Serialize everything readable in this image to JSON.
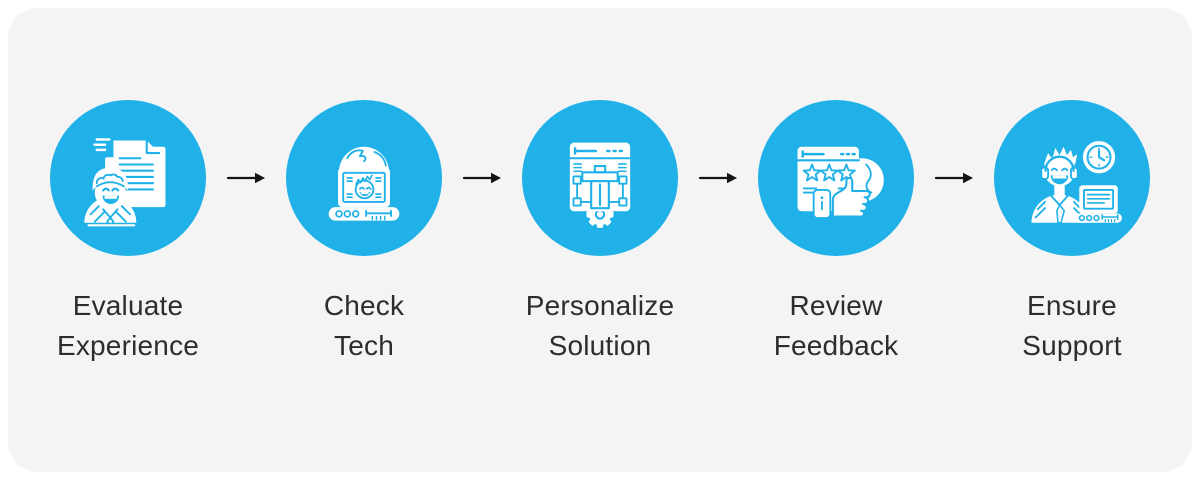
{
  "title": "Process flow infographic",
  "colors": {
    "accent": "#1FB1E7",
    "icon_foreground": "#FFFFFF",
    "card_background": "#F5F4F5",
    "page_background": "#FFFFFF",
    "label_text": "#2D2D2D",
    "arrow": "#141414"
  },
  "steps": [
    {
      "id": "evaluate-experience",
      "line1": "Evaluate",
      "line2": "Experience",
      "icon": "person-with-documents-icon"
    },
    {
      "id": "check-tech",
      "line1": "Check",
      "line2": "Tech",
      "icon": "laptop-globe-icon"
    },
    {
      "id": "personalize-solution",
      "line1": "Personalize",
      "line2": "Solution",
      "icon": "browser-prototype-gear-icon"
    },
    {
      "id": "review-feedback",
      "line1": "Review",
      "line2": "Feedback",
      "icon": "rating-stars-thumbs-up-icon"
    },
    {
      "id": "ensure-support",
      "line1": "Ensure",
      "line2": "Support",
      "icon": "support-agent-clock-laptop-icon"
    }
  ]
}
